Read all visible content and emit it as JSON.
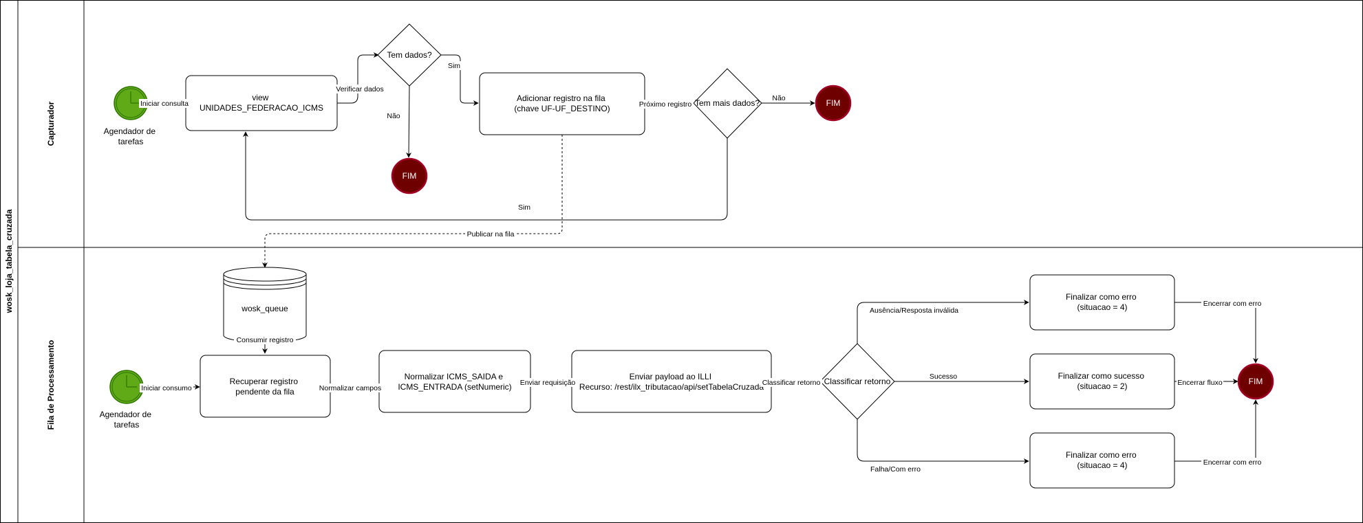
{
  "pool": {
    "title": "wosk_loja_tabela_cruzada",
    "lanes": {
      "top": "Capturador",
      "bottom": "Fila de Processamento"
    }
  },
  "colors": {
    "start_fill": "#60a917",
    "start_stroke": "#2d7600",
    "end_fill": "#6f0000",
    "end_stroke": "#a20025",
    "line": "#000000",
    "background": "#ffffff"
  },
  "capturador": {
    "start_label": [
      "Agendador de",
      "tarefas"
    ],
    "view_box": [
      "view",
      "UNIDADES_FEDERACAO_ICMS"
    ],
    "decision_tem_dados": "Tem dados?",
    "add_box": [
      "Adicionar registro na fila",
      "(chave UF-UF_DESTINO)"
    ],
    "decision_mais": "Tem mais dados?",
    "end_nao_1": "FIM",
    "end_nao_2": "FIM"
  },
  "fila": {
    "start_label": [
      "Agendador de",
      "tarefas"
    ],
    "queue": "wosk_queue",
    "recuperar_box": [
      "Recuperar registro",
      "pendente da fila"
    ],
    "normalizar_box": [
      "Normalizar ICMS_SAIDA e",
      "ICMS_ENTRADA (setNumeric)"
    ],
    "enviar_box": [
      "Enviar payload ao ILLI",
      "Recurso: /rest/ilx_tributacao/api/setTabelaCruzada"
    ],
    "decision_classificar": "Classificar retorno",
    "erro_box_1": [
      "Finalizar como erro",
      "(situacao = 4)"
    ],
    "sucesso_box": [
      "Finalizar como sucesso",
      "(situacao = 2)"
    ],
    "erro_box_2": [
      "Finalizar como erro",
      "(situacao = 4)"
    ],
    "end": "FIM"
  },
  "edges": {
    "iniciar_consulta": "Iniciar consulta",
    "verificar_dados": "Verificar dados",
    "sim_1": "Sim",
    "nao_1": "Não",
    "proximo_registro": "Próximo registro",
    "nao_2": "Não",
    "sim_2": "Sim",
    "publicar_fila": "Publicar na fila",
    "consumir_registro": "Consumir registro",
    "iniciar_consumo": "Iniciar consumo",
    "normalizar_campos": "Normalizar campos",
    "enviar_requisicao": "Enviar requisição",
    "classificar_retorno": "Classificar retorno",
    "ausencia": "Ausência/Resposta inválida",
    "sucesso": "Sucesso",
    "falha": "Falha/Com erro",
    "encerrar_erro_1": "Encerrar com erro",
    "encerrar_fluxo": "Encerrar fluxo",
    "encerrar_erro_2": "Encerrar com erro"
  }
}
